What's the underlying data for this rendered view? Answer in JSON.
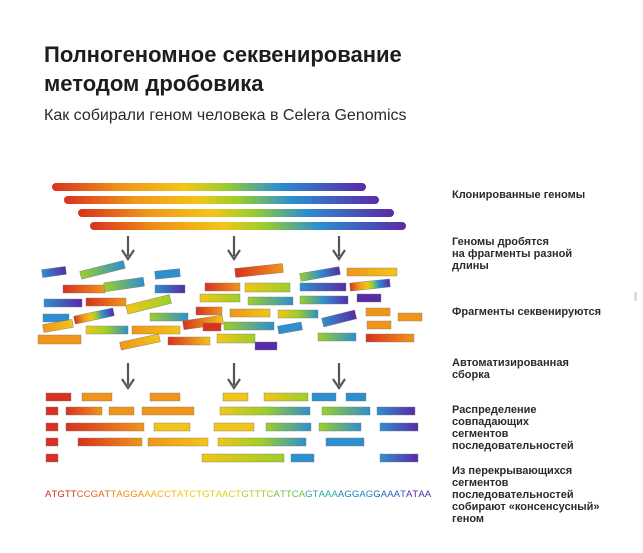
{
  "header": {
    "title": "Полногеномное секвенирование методом дробовика",
    "subtitle": "Как собирали геном человека в Celera Genomics"
  },
  "steps": [
    {
      "label": "Клонированные геномы"
    },
    {
      "label": "Геномы дробятся\nна фрагменты разной\nдлины"
    },
    {
      "label": "Фрагменты секвенируются"
    },
    {
      "label": "Автоматизированная\nсборка"
    },
    {
      "label": "Распределение\nсовпадающих\nсегментов\nпоследовательностей"
    },
    {
      "label": "Из перекрывающихся\nсегментов\nпоследовательностей\nсобирают «консенсусный»\nгеном"
    }
  ],
  "sequence": {
    "text": "ATGTTCCGATTAGGAAACCTATCTGTAACTGTTTCATTCAGTAAAAGGAGGAAATATAA",
    "colors": [
      "#d42a1e",
      "#e8621a",
      "#f08a16",
      "#f2b112",
      "#f0c810",
      "#d8d41a",
      "#a8cc22",
      "#6cc040",
      "#2aa8a0",
      "#1f7fc0",
      "#2a5cb0",
      "#4a2ea0"
    ]
  },
  "colors": {
    "red": "#d9311f",
    "orange": "#f0951a",
    "yellow": "#f3c516",
    "green": "#9ccf2a",
    "blue": "#2d8fcf",
    "purple": "#5a2aa8",
    "arrow": "#555555"
  }
}
